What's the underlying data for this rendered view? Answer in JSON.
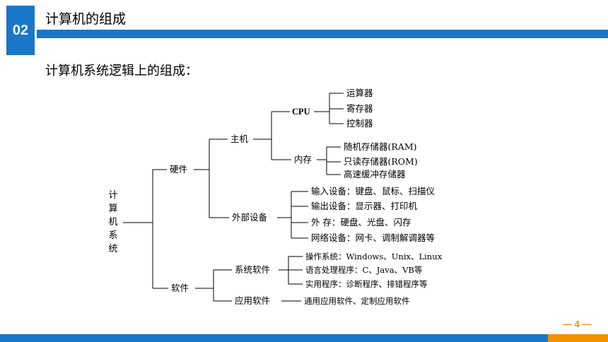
{
  "header": {
    "section_number": "02",
    "title": "计算机的组成"
  },
  "subtitle": "计算机系统逻辑上的组成：",
  "diagram": {
    "root": "计算机系统",
    "hardware": "硬件",
    "host": "主机",
    "cpu": "CPU",
    "cpu_items": [
      "运算器",
      "寄存器",
      "控制器"
    ],
    "memory": "内存",
    "memory_items": [
      "随机存储器(RAM)",
      "只读存储器(ROM)",
      "高速缓冲存储器"
    ],
    "peripheral": "外部设备",
    "peripheral_items": [
      "输入设备：键盘、鼠标、扫描仪",
      "输出设备：显示器、打印机",
      "外 存：硬盘、光盘、闪存",
      "网络设备：网卡、调制解调器等"
    ],
    "software": "软件",
    "system_software": "系统软件",
    "system_items": [
      "操作系统：Windows、Unix、Linux",
      "语言处理程序：C、Java、VB等",
      "实用程序：诊断程序、排错程序等"
    ],
    "app_software": "应用软件",
    "app_items": [
      "通用应用软件、定制应用软件"
    ]
  },
  "footer": {
    "page_number": "— 4 —"
  },
  "colors": {
    "primary_blue": "#1976c8",
    "accent_orange": "#f29100"
  }
}
